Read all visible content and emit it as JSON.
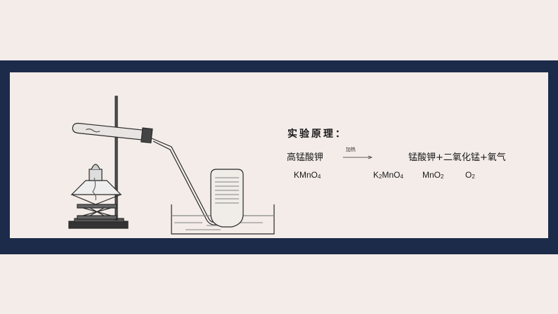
{
  "principle": {
    "title": "实验原理：",
    "reactant_name": "高锰酸钾",
    "condition": "加热",
    "products_name": "锰酸钾+二氧化锰+氧气",
    "formulas": {
      "kmno4": {
        "main": "KMnO",
        "sub": "4"
      },
      "k2mno4": {
        "a": "K",
        "sub1": "2",
        "b": "MnO",
        "sub2": "4"
      },
      "mno2": {
        "main": "MnO",
        "sub": "2"
      },
      "o2": {
        "main": "O",
        "sub": "2"
      }
    }
  },
  "colors": {
    "band": "#1c2b4a",
    "panel": "#f3ece8",
    "ink": "#1a1a1a"
  }
}
